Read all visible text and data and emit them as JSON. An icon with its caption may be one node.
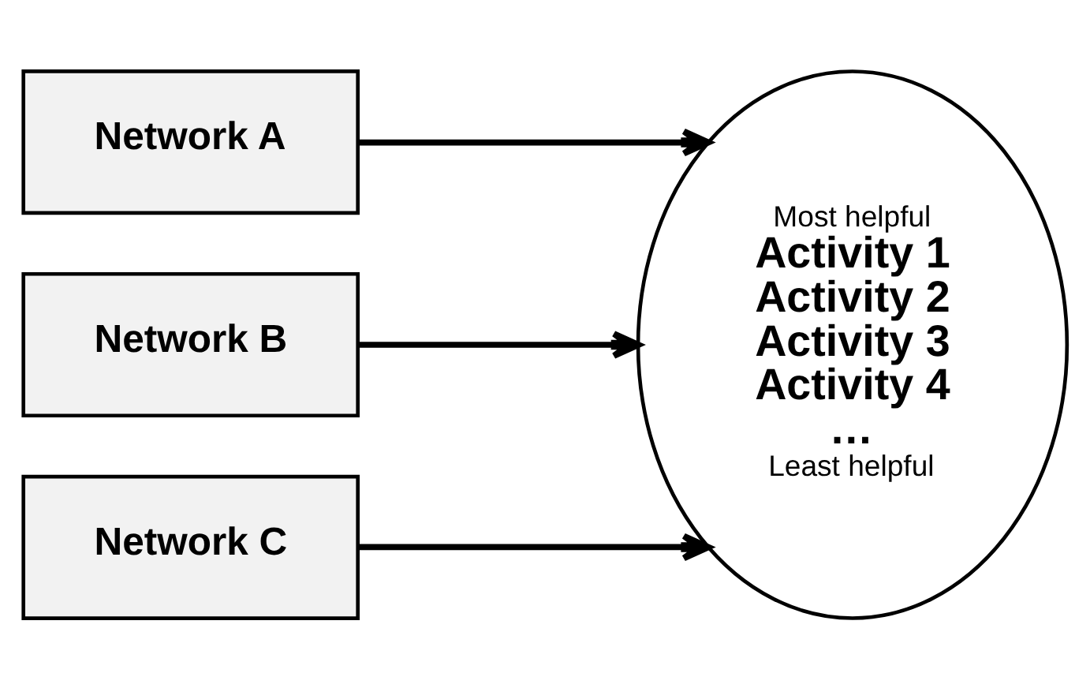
{
  "diagram": {
    "nodes": [
      {
        "text": [
          "Network A"
        ]
      },
      {
        "text": [
          "Network B"
        ]
      },
      {
        "text": [
          "Network C"
        ]
      },
      {
        "text": [
          "Most helpful",
          "Activity 1",
          "Activity 2",
          "Activity 3",
          "Activity 4",
          "…",
          "Least helpful"
        ]
      }
    ],
    "edges": [
      {
        "from": 0,
        "to": 3,
        "arrow": "to"
      },
      {
        "from": 1,
        "to": 3,
        "arrow": "to"
      },
      {
        "from": 2,
        "to": 3,
        "arrow": "to"
      }
    ]
  }
}
